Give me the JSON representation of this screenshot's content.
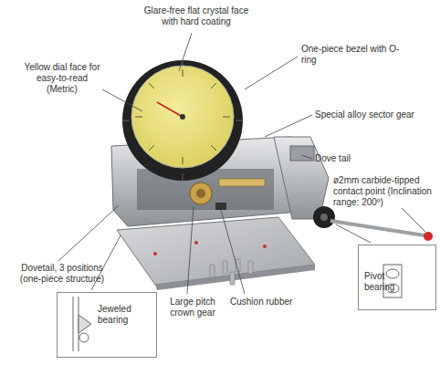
{
  "diagram": {
    "nodes": [
      {
        "text": [
          "Jeweled bearing"
        ]
      },
      {
        "text": [
          "Pivot bearing"
        ]
      }
    ],
    "labels": [
      "Glare-free flat crystal face with hard coating",
      "One-piece bezel with O-ring",
      "Yellow dial face for easy-to-read (Metric)",
      "Special alloy sector gear",
      "Dove tail",
      "ø2mm carbide-tipped contact point (Inclination range: 200º)",
      "Dovetail, 3 positions (one-piece structure)",
      "Large pitch crown gear",
      "Cushion rubber"
    ]
  }
}
